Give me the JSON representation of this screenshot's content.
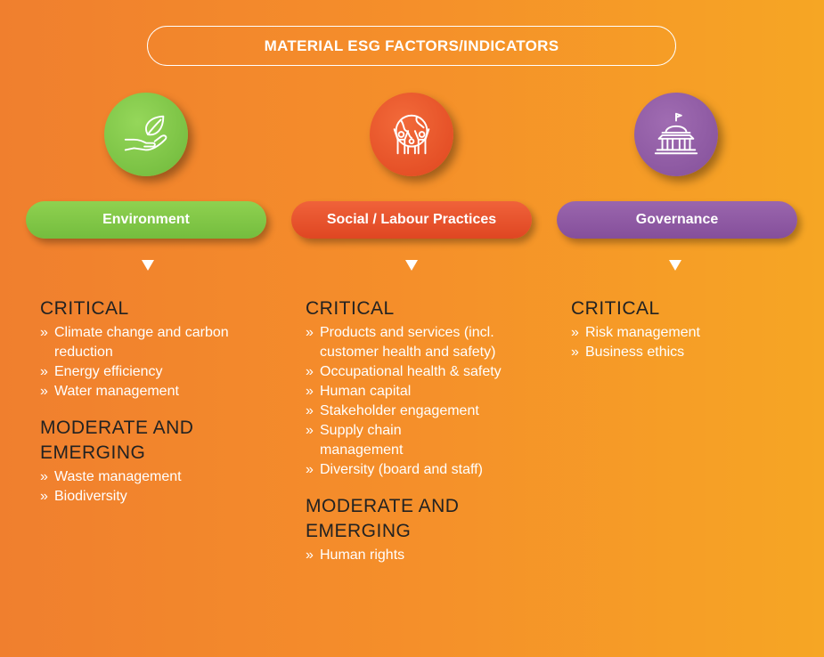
{
  "title": "MATERIAL ESG FACTORS/INDICATORS",
  "colors": {
    "environment": "#7ec544",
    "social": "#e7502a",
    "governance": "#8e5aa1"
  },
  "bullet_glyph": "»",
  "columns": [
    {
      "label": "Environment",
      "icon": "hand-leaf-icon",
      "critical_heading": "CRITICAL",
      "critical": [
        "Climate change and carbon reduction",
        "Energy efficiency",
        "Water management"
      ],
      "moderate_heading": "MODERATE AND EMERGING",
      "moderate": [
        "Waste management",
        "Biodiversity"
      ]
    },
    {
      "label": "Social / Labour Practices",
      "icon": "people-globe-icon",
      "critical_heading": "CRITICAL",
      "critical": [
        "Products and services (incl. customer health and safety)",
        "Occupational health & safety",
        "Human capital",
        "Stakeholder engagement",
        "Supply chain management",
        "Diversity (board and staff)"
      ],
      "moderate_heading": "MODERATE AND EMERGING",
      "moderate": [
        "Human rights"
      ]
    },
    {
      "label": "Governance",
      "icon": "capitol-building-icon",
      "critical_heading": "CRITICAL",
      "critical": [
        "Risk management",
        "Business ethics"
      ]
    }
  ]
}
